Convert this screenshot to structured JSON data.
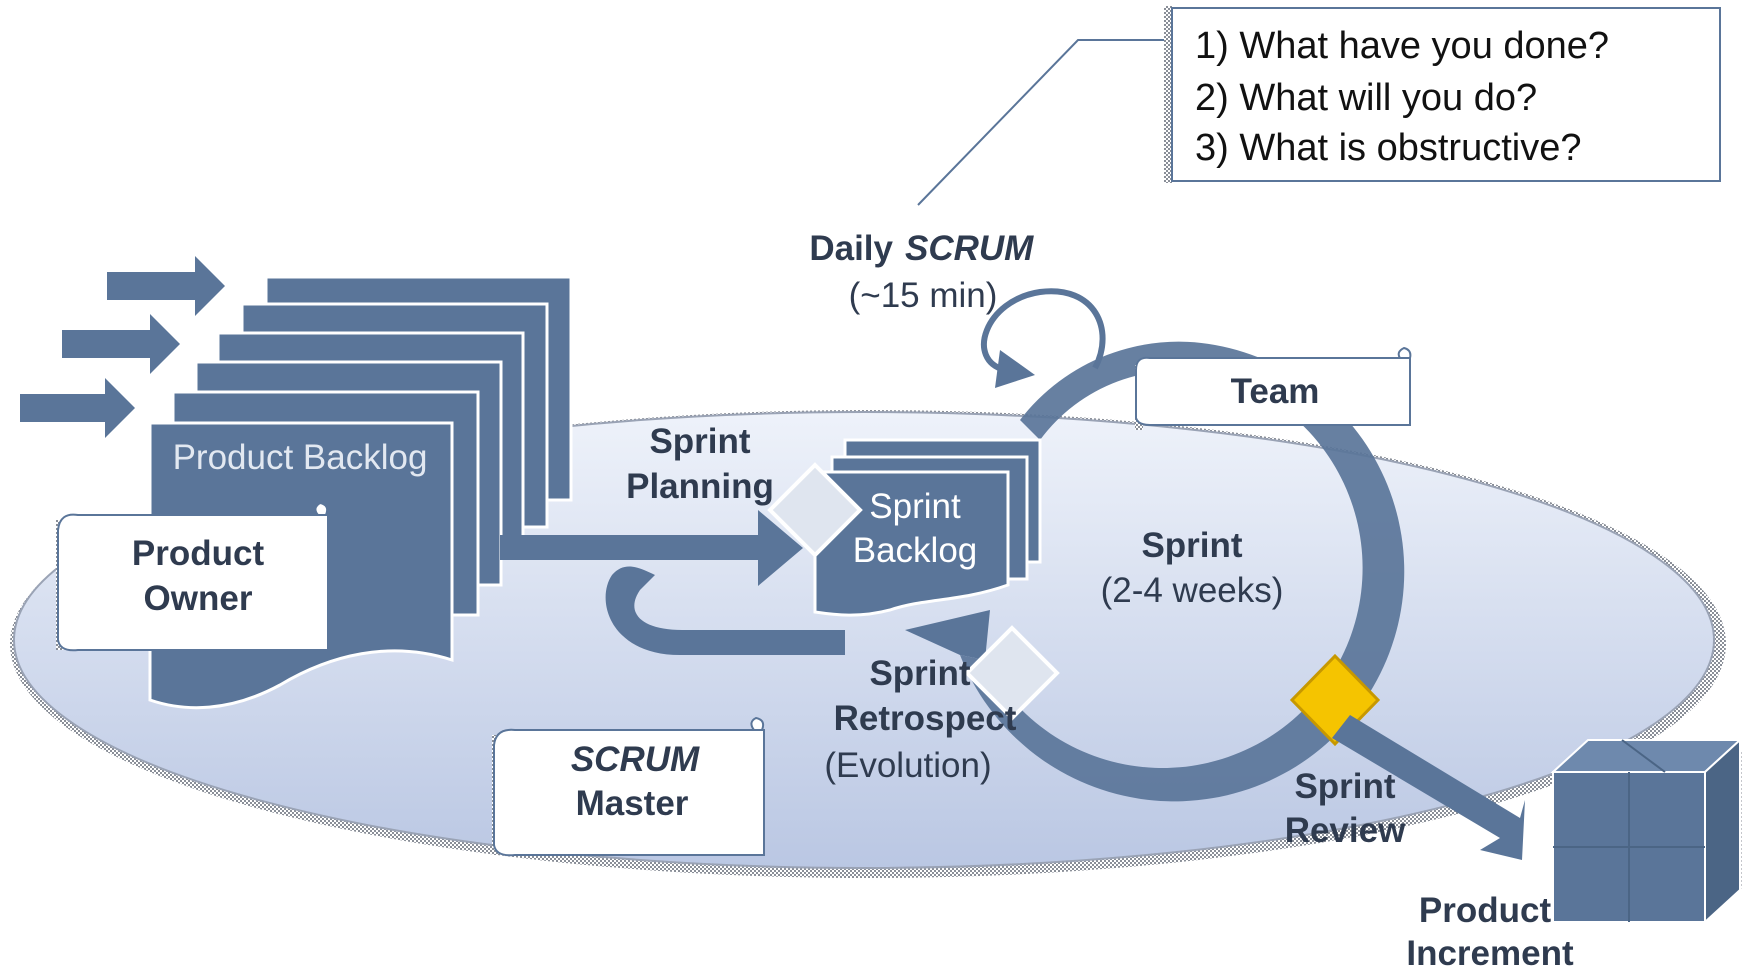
{
  "colors": {
    "shape": "#5a7599",
    "shape_dark": "#4b6585",
    "label_text": "#2f3b4f",
    "ellipse_top": "#e9eef8",
    "ellipse_bottom": "#c3cee7",
    "diamond_light": "#dfe5ef",
    "diamond_gold": "#f5c400"
  },
  "questions": [
    "1) What have you done?",
    "2) What will you do?",
    "3) What is obstructive?"
  ],
  "daily_scrum": {
    "title_prefix": "Daily",
    "title_emph": "SCRUM",
    "duration": "(~15 min)"
  },
  "product_backlog": {
    "label": "Product Backlog"
  },
  "product_owner": {
    "line1": "Product",
    "line2": "Owner"
  },
  "sprint_planning": {
    "line1": "Sprint",
    "line2": "Planning"
  },
  "sprint_backlog": {
    "line1": "Sprint",
    "line2": "Backlog"
  },
  "team": {
    "label": "Team"
  },
  "sprint": {
    "title": "Sprint",
    "duration": "(2-4 weeks)"
  },
  "sprint_retrospect": {
    "line1": "Sprint",
    "line2": "Retrospect",
    "line3": "(Evolution)"
  },
  "scrum_master": {
    "line1": "SCRUM",
    "line2": "Master"
  },
  "sprint_review": {
    "line1": "Sprint",
    "line2": "Review"
  },
  "product_increment": {
    "line1": "Product",
    "line2": "Increment"
  },
  "icons": [
    "input-arrow-icon",
    "scroll-banner-icon",
    "milestone-diamond-icon",
    "product-cube-icon",
    "cycle-arrow-icon"
  ]
}
